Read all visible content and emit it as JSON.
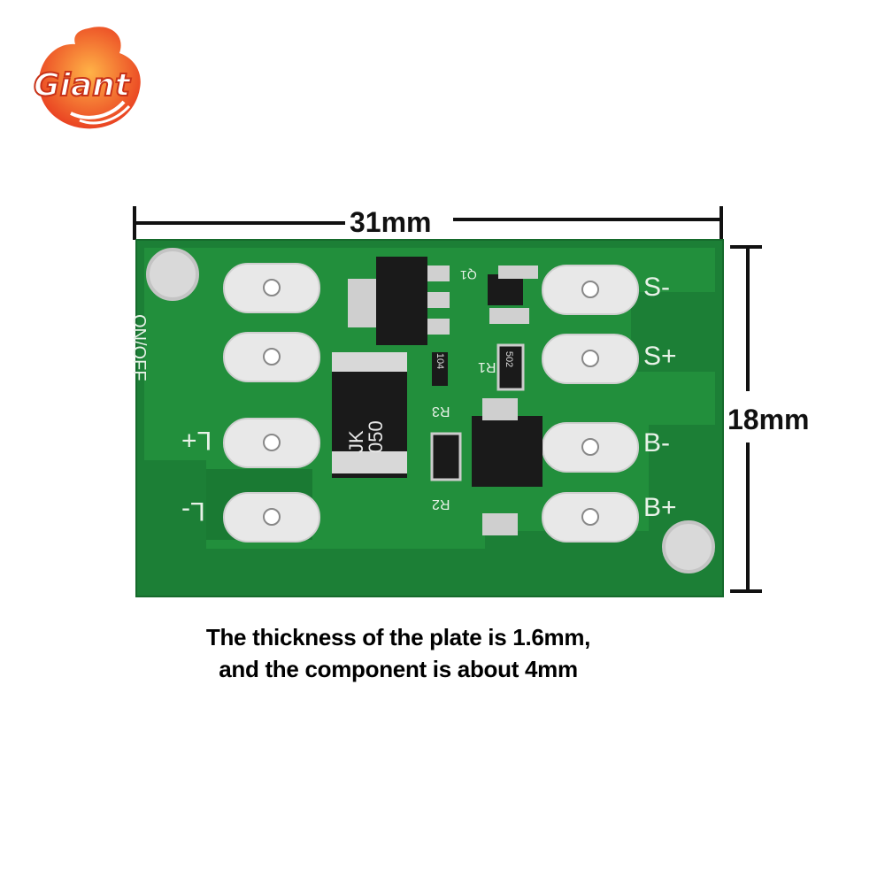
{
  "brand": {
    "logo_text": "Giant",
    "logo_colors": [
      "#f36b2b",
      "#e83a1f",
      "#ffb347"
    ]
  },
  "dimensions": {
    "width_label": "31mm",
    "height_label": "18mm"
  },
  "board": {
    "color": "#1e8a3a",
    "switch_label": "ON/OFF",
    "left_pads": [
      "L+",
      "L-"
    ],
    "right_pads": [
      "S-",
      "S+",
      "B-",
      "B+"
    ],
    "components": {
      "diode": "JK 050",
      "r1": "R1",
      "r2": "R2",
      "r3": "R3",
      "q1": "Q1",
      "r_value_1": "502",
      "r_value_2": "104"
    }
  },
  "caption": {
    "line1": "The thickness of the plate is 1.6mm,",
    "line2": "and the component is about 4mm"
  }
}
